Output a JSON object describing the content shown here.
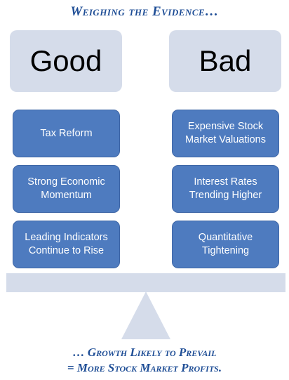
{
  "title": "Weighing the Evidence…",
  "good": {
    "header": "Good",
    "items": [
      "Tax Reform",
      "Strong Economic Momentum",
      "Leading Indicators Continue to Rise"
    ]
  },
  "bad": {
    "header": "Bad",
    "items": [
      "Expensive Stock Market Valuations",
      "Interest Rates Trending Higher",
      "Quantitative Tightening"
    ]
  },
  "conclusion": {
    "line1": "… Growth Likely to Prevail",
    "line2": "= More Stock Market Profits."
  },
  "colors": {
    "header_fill": "#d5dcea",
    "item_fill": "#4e7bbf",
    "text_accent": "#1f4e96"
  }
}
